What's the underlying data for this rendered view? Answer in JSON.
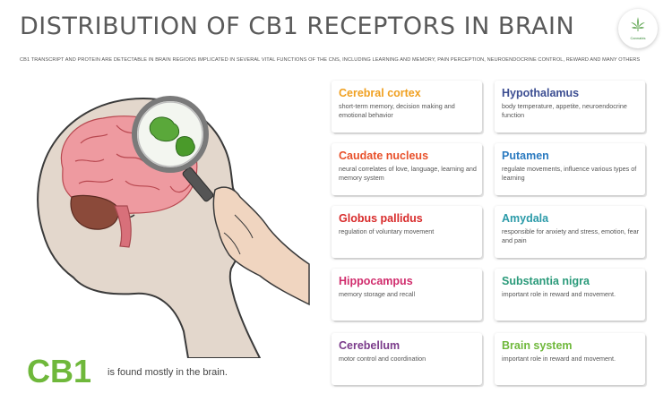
{
  "header": {
    "title": "Distribution of CB1 receptors in brain",
    "subtitle": "CB1 transcript and protein are detectable in brain regions implicated in several vital functions of the CNS, including learning and memory, pain perception, neuroendocrine control, reward and many others"
  },
  "logo": {
    "icon": "cannabis-leaf-icon",
    "text": "Cannabis"
  },
  "cards_left": [
    {
      "title": "Cerebral cortex",
      "color": "#f0a020",
      "desc": "short-term memory, decision making and emotional behavior"
    },
    {
      "title": "Caudate nucleus",
      "color": "#e8502a",
      "desc": "neural correlates of love, language, learning and memory system"
    },
    {
      "title": "Globus pallidus",
      "color": "#d82a2a",
      "desc": "regulation of voluntary movement"
    },
    {
      "title": "Hippocampus",
      "color": "#d02c6c",
      "desc": "memory storage and recall"
    },
    {
      "title": "Cerebellum",
      "color": "#7a3a8a",
      "desc": "motor control and coordination"
    }
  ],
  "cards_right": [
    {
      "title": "Hypothalamus",
      "color": "#3c4e92",
      "desc": "body temperature, appetite, neuroendocrine function"
    },
    {
      "title": "Putamen",
      "color": "#2a7ac0",
      "desc": "regulate movements, influence various types of learning"
    },
    {
      "title": "Amydala",
      "color": "#2a9aa8",
      "desc": "responsible for anxiety and stress, emotion, fear and pain"
    },
    {
      "title": "Substantia nigra",
      "color": "#2a9a7a",
      "desc": "important role in reward and movement."
    },
    {
      "title": "Brain system",
      "color": "#6fb83b",
      "desc": "important role in reward and movement."
    }
  ],
  "footer": {
    "cb1": "CB1",
    "text": "is found mostly in the brain."
  }
}
